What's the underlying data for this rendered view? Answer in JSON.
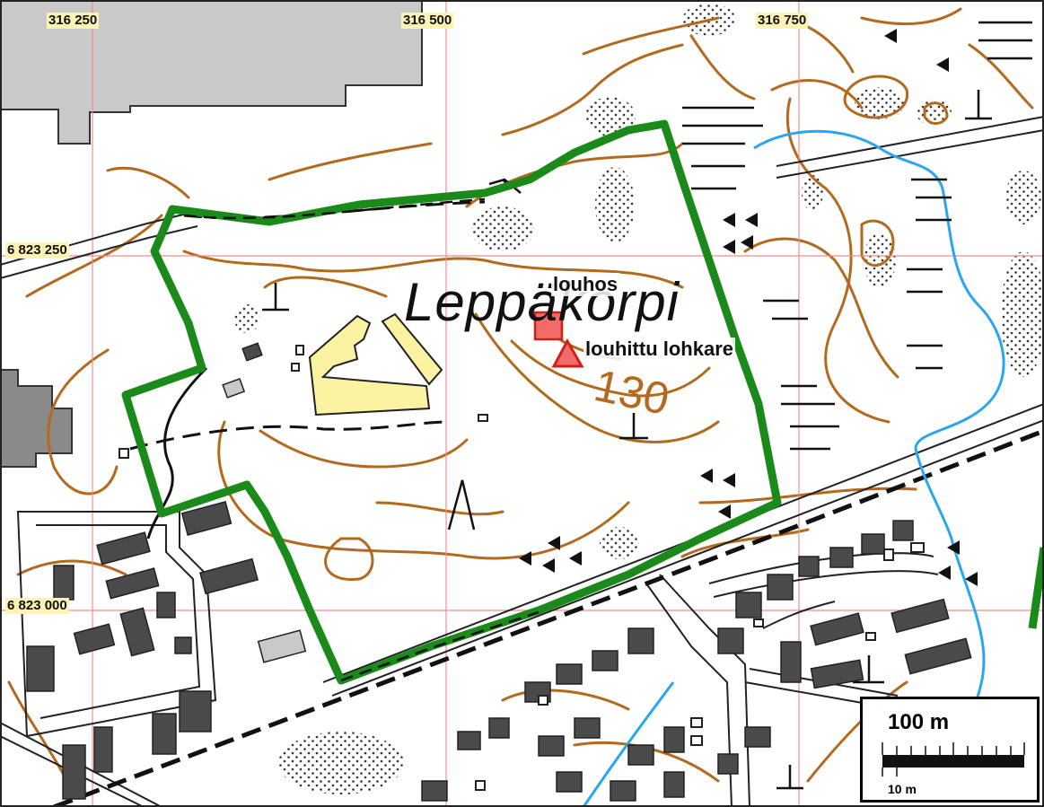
{
  "map": {
    "place_name": "Leppäkorpi",
    "contour_elevation": "130",
    "grid": {
      "easting_labels": [
        "316 250",
        "316 500",
        "316 750"
      ],
      "northing_labels": [
        "6 823 250",
        "6 823 000"
      ]
    },
    "features": {
      "quarry_label": "louhos",
      "boulder_label": "louhittu lohkare"
    },
    "scale": {
      "main_label": "100 m",
      "minor_label": "10 m"
    },
    "colors": {
      "boundary": "#1a8a1a",
      "contour": "#b46a1e",
      "water": "#2aa6f0",
      "grid": "#f28c8c",
      "building": "#4a4a4a",
      "quarry_marker": "#f26b6b",
      "sand_area": "#fbf3a2"
    },
    "icons": {
      "quarry_marker": "red-square-icon",
      "boulder_marker": "red-triangle-icon"
    }
  }
}
